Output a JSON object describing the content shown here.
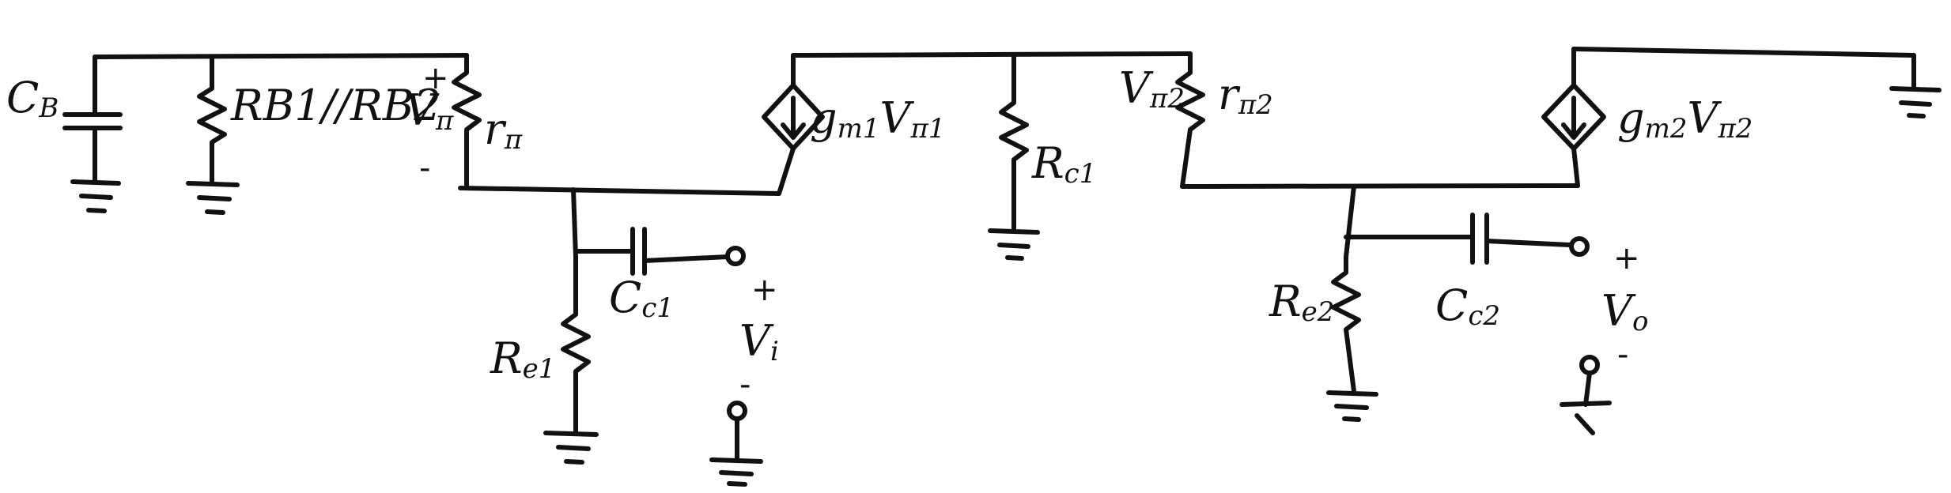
{
  "diagram": {
    "type": "small-signal circuit (hand-drawn)",
    "stroke_color": "#111111",
    "background": "#ffffff",
    "labels": {
      "cb": {
        "main": "C",
        "sub": "B"
      },
      "rb": {
        "main": "RB1//RB2",
        "sub": ""
      },
      "vpi1": {
        "main": "V",
        "sub": "π"
      },
      "rpi1": {
        "main": "r",
        "sub": "π"
      },
      "gm1": {
        "main": "g",
        "sub": "m1",
        "tail": "V",
        "tail_sub": "π1"
      },
      "re1": {
        "main": "R",
        "sub": "e1"
      },
      "cc1": {
        "main": "C",
        "sub": "c1"
      },
      "vi": {
        "main": "V",
        "sub": "i"
      },
      "rc1": {
        "main": "R",
        "sub": "c1"
      },
      "vpi2": {
        "main": "V",
        "sub": "π2"
      },
      "rpi2": {
        "main": "r",
        "sub": "π2"
      },
      "gm2": {
        "main": "g",
        "sub": "m2",
        "tail": "V",
        "tail_sub": "π2"
      },
      "re2": {
        "main": "R",
        "sub": "e2"
      },
      "cc2": {
        "main": "C",
        "sub": "c2"
      },
      "vo": {
        "main": "V",
        "sub": "o"
      }
    },
    "signs": {
      "plus": "+",
      "minus": "-"
    }
  }
}
